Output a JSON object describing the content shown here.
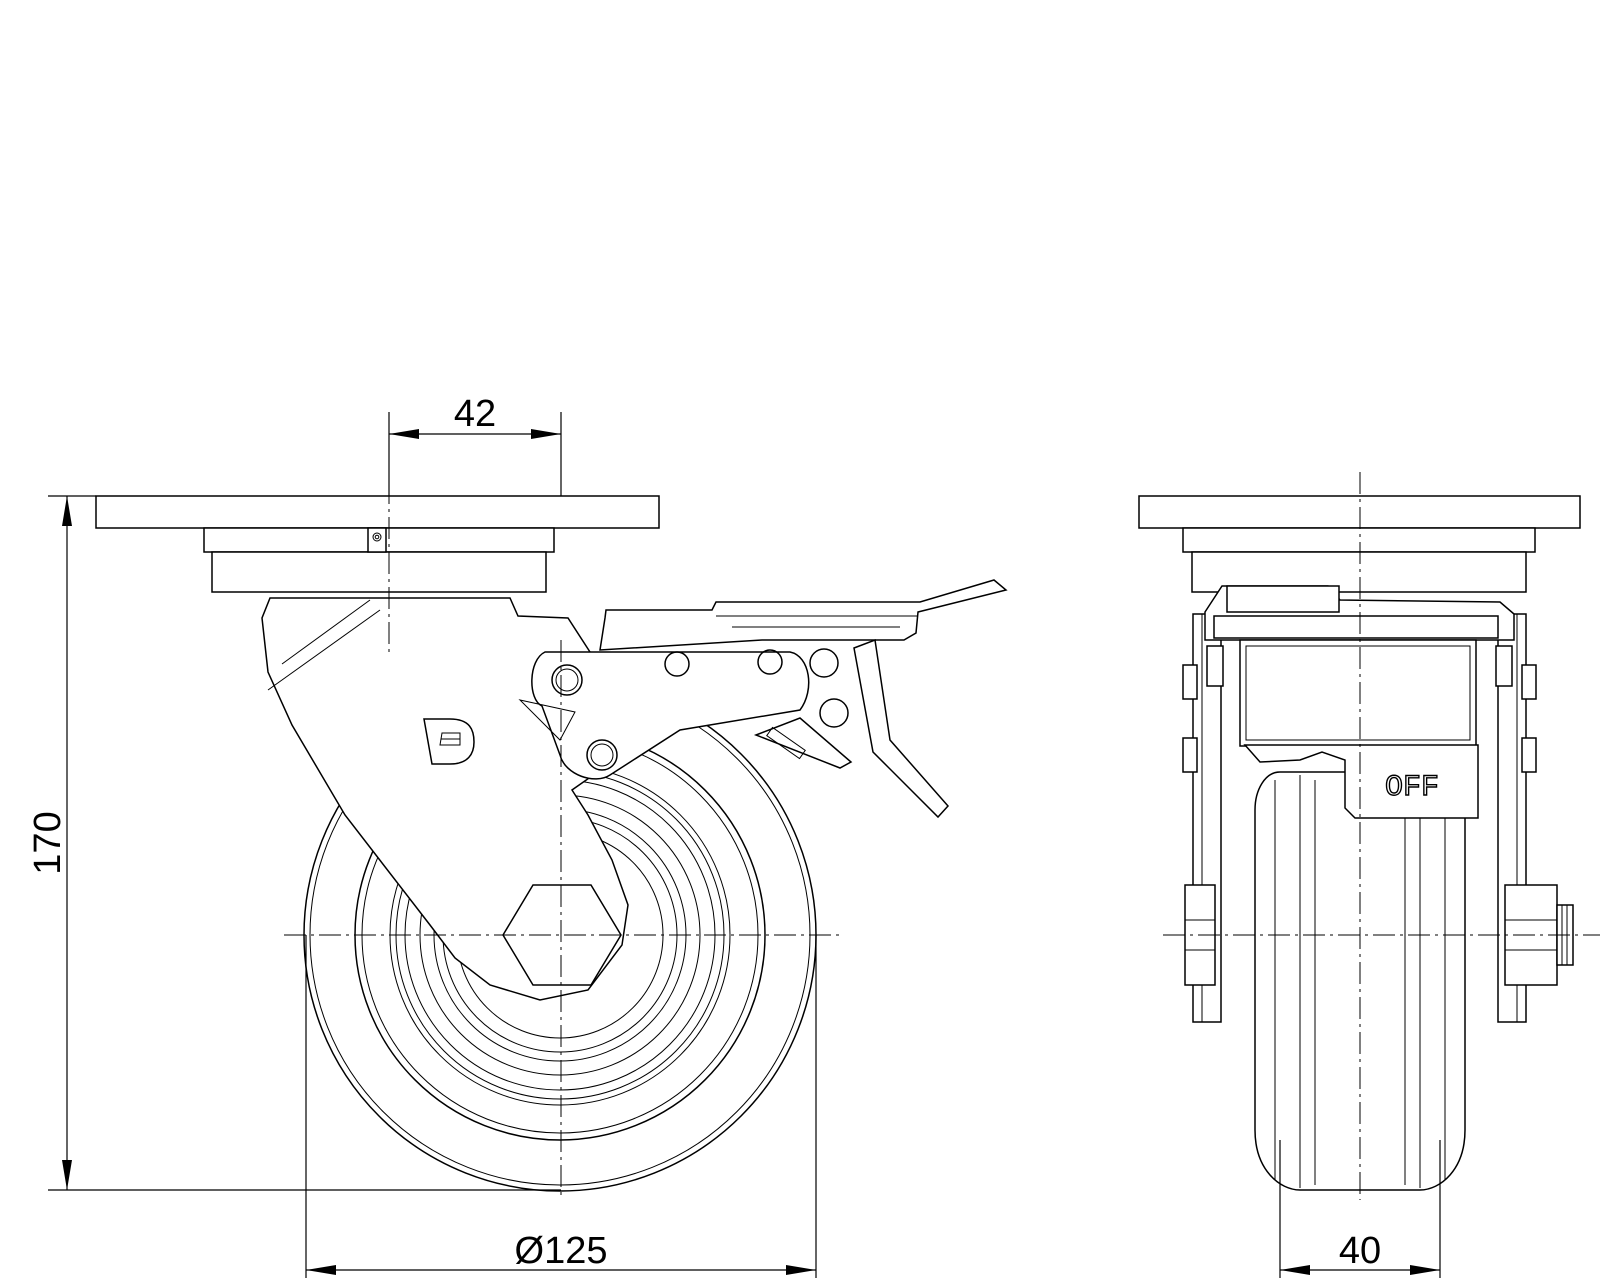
{
  "dimensions": {
    "offset": "42",
    "height": "170",
    "wheel_diameter": "Ø125",
    "wheel_width": "40"
  },
  "lock_label": "OFF"
}
